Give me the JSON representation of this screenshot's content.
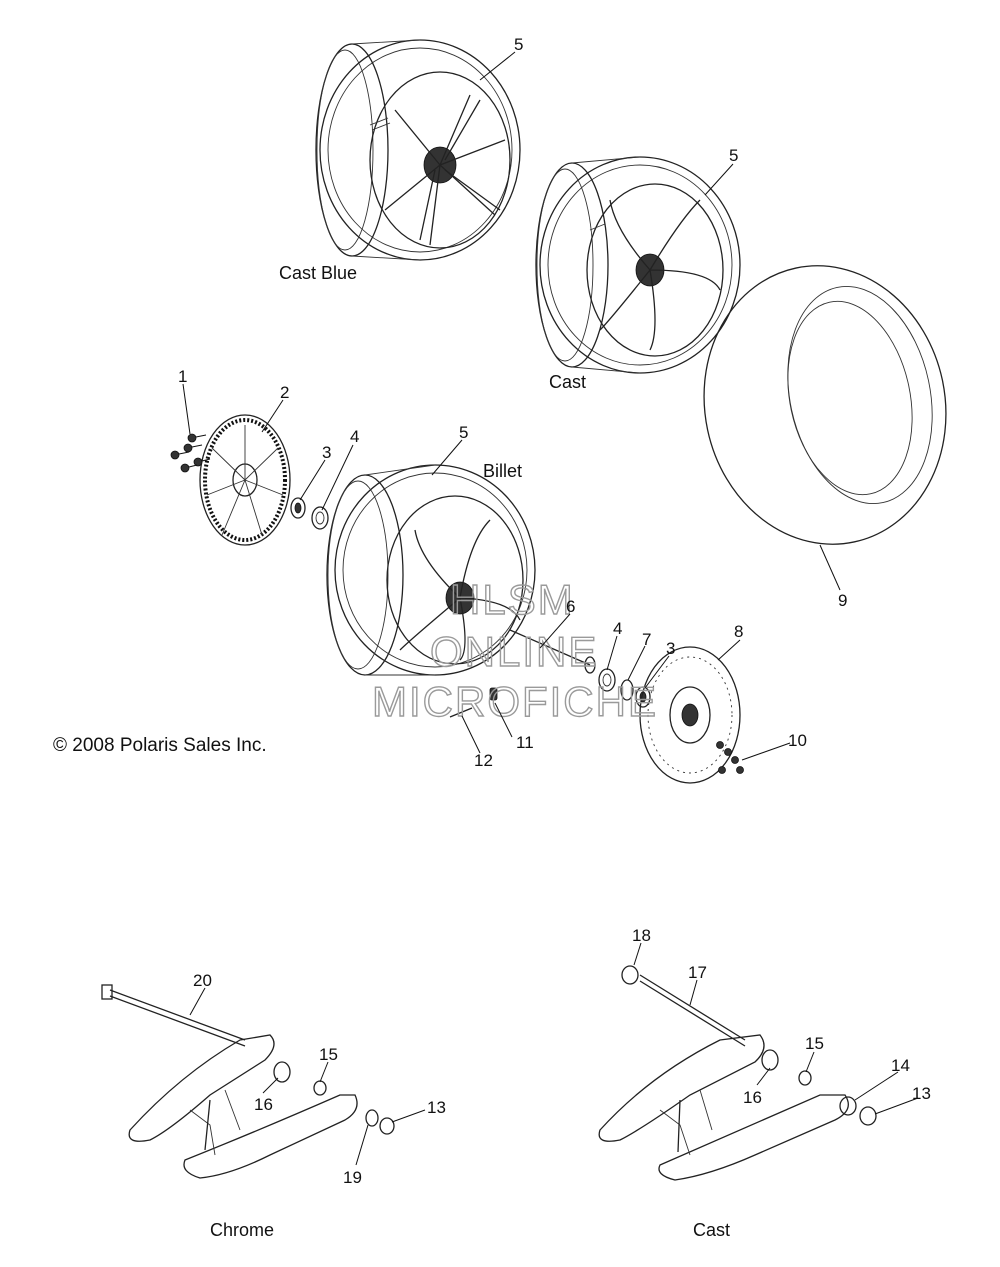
{
  "callouts": {
    "c1": "1",
    "c2": "2",
    "c3a": "3",
    "c4a": "4",
    "c5a": "5",
    "c5b": "5",
    "c5c": "5",
    "c6": "6",
    "c4b": "4",
    "c7": "7",
    "c3b": "3",
    "c8": "8",
    "c9": "9",
    "c10": "10",
    "c11": "11",
    "c12": "12",
    "c20": "20",
    "c15a": "15",
    "c16a": "16",
    "c13a": "13",
    "c19": "19",
    "c18": "18",
    "c17": "17",
    "c15b": "15",
    "c16b": "16",
    "c14": "14",
    "c13b": "13"
  },
  "captions": {
    "cast_blue": "Cast Blue",
    "cast": "Cast",
    "billet": "Billet",
    "chrome": "Chrome",
    "cast_swingarm": "Cast"
  },
  "copyright": "© 2008 Polaris Sales Inc.",
  "watermark": [
    "HLSM",
    "ONLINE",
    "MICROFICHE"
  ]
}
